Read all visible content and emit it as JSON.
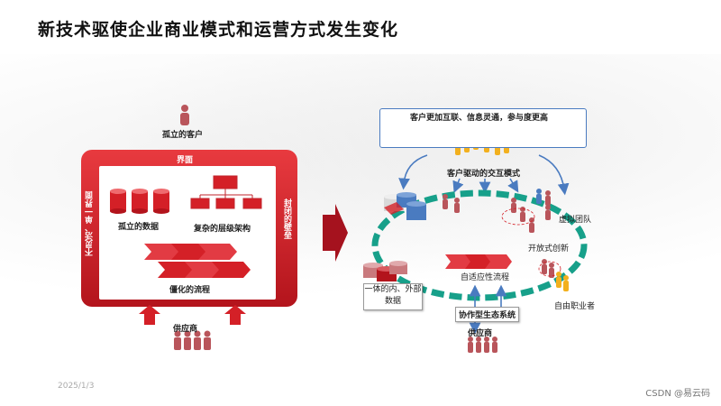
{
  "title": "新技术驱使企业商业模式和运营方式发生变化",
  "left": {
    "isolated_customer": "孤立的客户",
    "interface": "界面",
    "left_side": "不灵活、单一界面",
    "right_side": "封闭的壁垒",
    "isolated_data": "孤立的数据",
    "hierarchy": "复杂的层级架构",
    "rigid_process": "僵化的流程",
    "supplier": "供应商"
  },
  "right": {
    "top_box": "客户更加互联、信息灵通，参与度更高",
    "interaction_model": "客户驱动的交互模式",
    "virtual_team": "虚拟团队",
    "open_innovation": "开放式创新",
    "integrated_data": "一体的内、外部数据",
    "adaptive_process": "自适应性流程",
    "ecosystem": "协作型生态系统",
    "freelancer": "自由职业者",
    "supplier": "供应商"
  },
  "footer": {
    "date": "2025/1/3",
    "watermark": "CSDN @易云码"
  },
  "colors": {
    "brand_red": "#d42027",
    "dark_red": "#a5121e",
    "teal": "#17a08a",
    "blue": "#4a7bc0",
    "gold": "#f2b01e"
  }
}
